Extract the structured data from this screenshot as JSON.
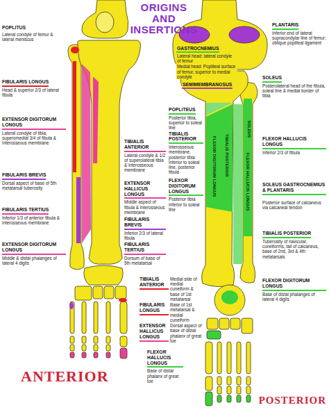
{
  "diagram": {
    "title": "ORIGINS AND INSERTIONS",
    "labels": [
      "POPLITUS",
      "Lateral condyle of femur & lateral meniscus",
      "FIBULARIS LONGUS",
      "Head & superior 2/3 of lateral fibula",
      "EXTENSOR DIGITORUM LONGUS",
      "Lateral condyle of tibia, superomedial 3/4 of fibula & interosseous membrane",
      "FIBULARIS BREVIS",
      "Dorsal aspect of base of 5th metatarsal tuberosity",
      "FIBULARIS TERTIUS",
      "Inferior 1/3 of anterior fibula & interosseous membrane",
      "EXTENSOR DIGITORUM LONGUS",
      "Middle & distal phalanges of lateral 4 digits",
      "TIBIALIS ANTERIOR",
      "Lateral condyle & 1/2 of superolateral tibia & interosseous membrane",
      "EXTENSOR HALLICUS LONGUS",
      "Middle aspect of fibula & interosseous membrane",
      "FIBULARIS BREVIS",
      "Inferior 2/3 of lateral fibula",
      "FIBULARIS TERTIUS",
      "Dorsum of base of 5th metatarsal",
      "TIBIALIS ANTERIOR",
      "Medial side of medial cuneiform & base of 1st metatarsal",
      "FIBULARIS LONGUS",
      "Base of 1st metatarsal & medial cuneiform",
      "EXTENSOR HALLICUS LONGUS",
      "Dorsal aspect of base of distal phalanx of great toe",
      "ANTERIOR",
      "PLANTARIS",
      "Inferior end of lateral supracondylar line of femur; oblique popliteal ligament",
      "GASTROCNEMIUS",
      "Lateral head: lateral condyle of femur",
      "Medial head: Popliteal surface of femur, superior to medial condyle",
      "SEMIMEMBRANOSUS",
      "SOLEUS",
      "Posterolateral head of the fibula, soleal line & medial border of tibia",
      "POPLITEUS",
      "Posterior tibia, superior to soleal line",
      "TIBIALIS POSTERIOR",
      "Interosseous membrane, posterior tibia inferior to soleal line, posterior fibula",
      "FLEXOR HALLUCIS LONGUS",
      "Inferior 2/3 of fibula",
      "FLEXOR DIGITORUM LONGUS",
      "Posterior tibia inferior to soleal line",
      "SOLEUS GASTROCNEMIUS & PLANTARIS",
      "Posterior surface of calcaneus via calcaneal tendon",
      "TIBIALIS POSTERIOR",
      "Tuberosity of navicular, cuneiforms, tail of calcaneus, base of 2nd, 3rd & 4th metatarsals",
      "FLEXOR DIGITORUM LONGUS",
      "Base of distal phalanges of lateral 4 digits",
      "FLEXOR HALLUCIS LONGUS",
      "Base of distal phalanx of great toe",
      "POSTERIOR",
      "SOLEUS",
      "FLEXOR DIGITORUM LONGUS",
      "TIBIALIS POSTERIOR",
      "FLEXOR HALLUCIS LONGUS"
    ]
  }
}
